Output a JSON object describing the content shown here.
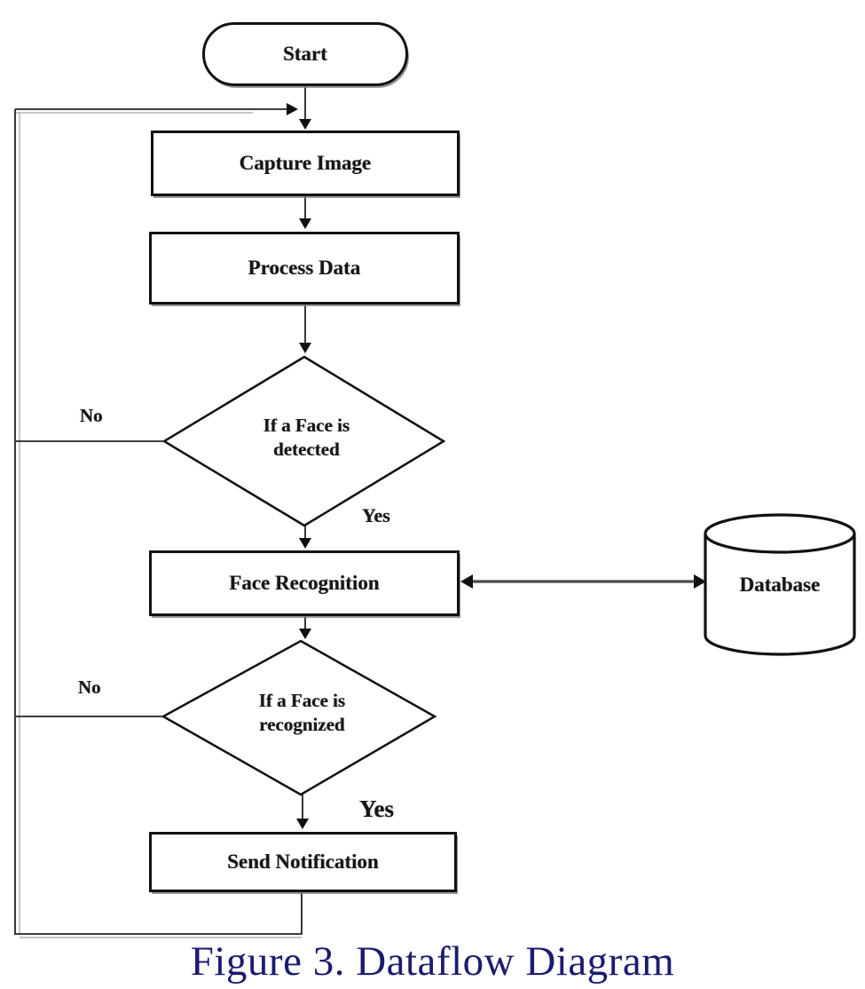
{
  "diagram": {
    "nodes": {
      "start": {
        "type": "terminator",
        "label": "Start"
      },
      "capture_image": {
        "type": "process",
        "label": "Capture Image"
      },
      "process_data": {
        "type": "process",
        "label": "Process Data"
      },
      "face_detected_decision": {
        "type": "decision",
        "line1": "If a Face is",
        "line2": "detected"
      },
      "face_recognition": {
        "type": "process",
        "label": "Face Recognition"
      },
      "face_recognized_decision": {
        "type": "decision",
        "line1": "If a Face is",
        "line2": "recognized"
      },
      "send_notification": {
        "type": "process",
        "label": "Send Notification"
      },
      "database": {
        "type": "datastore",
        "label": "Database"
      }
    },
    "edge_labels": {
      "detected_no": "No",
      "detected_yes": "Yes",
      "recognized_no": "No",
      "recognized_yes": "Yes"
    }
  },
  "caption": "Figure 3. Dataflow Diagram",
  "colors": {
    "caption_text": "#1b1b70",
    "connector": "#222222",
    "node_border": "#111111",
    "node_fill": "#ffffff"
  }
}
